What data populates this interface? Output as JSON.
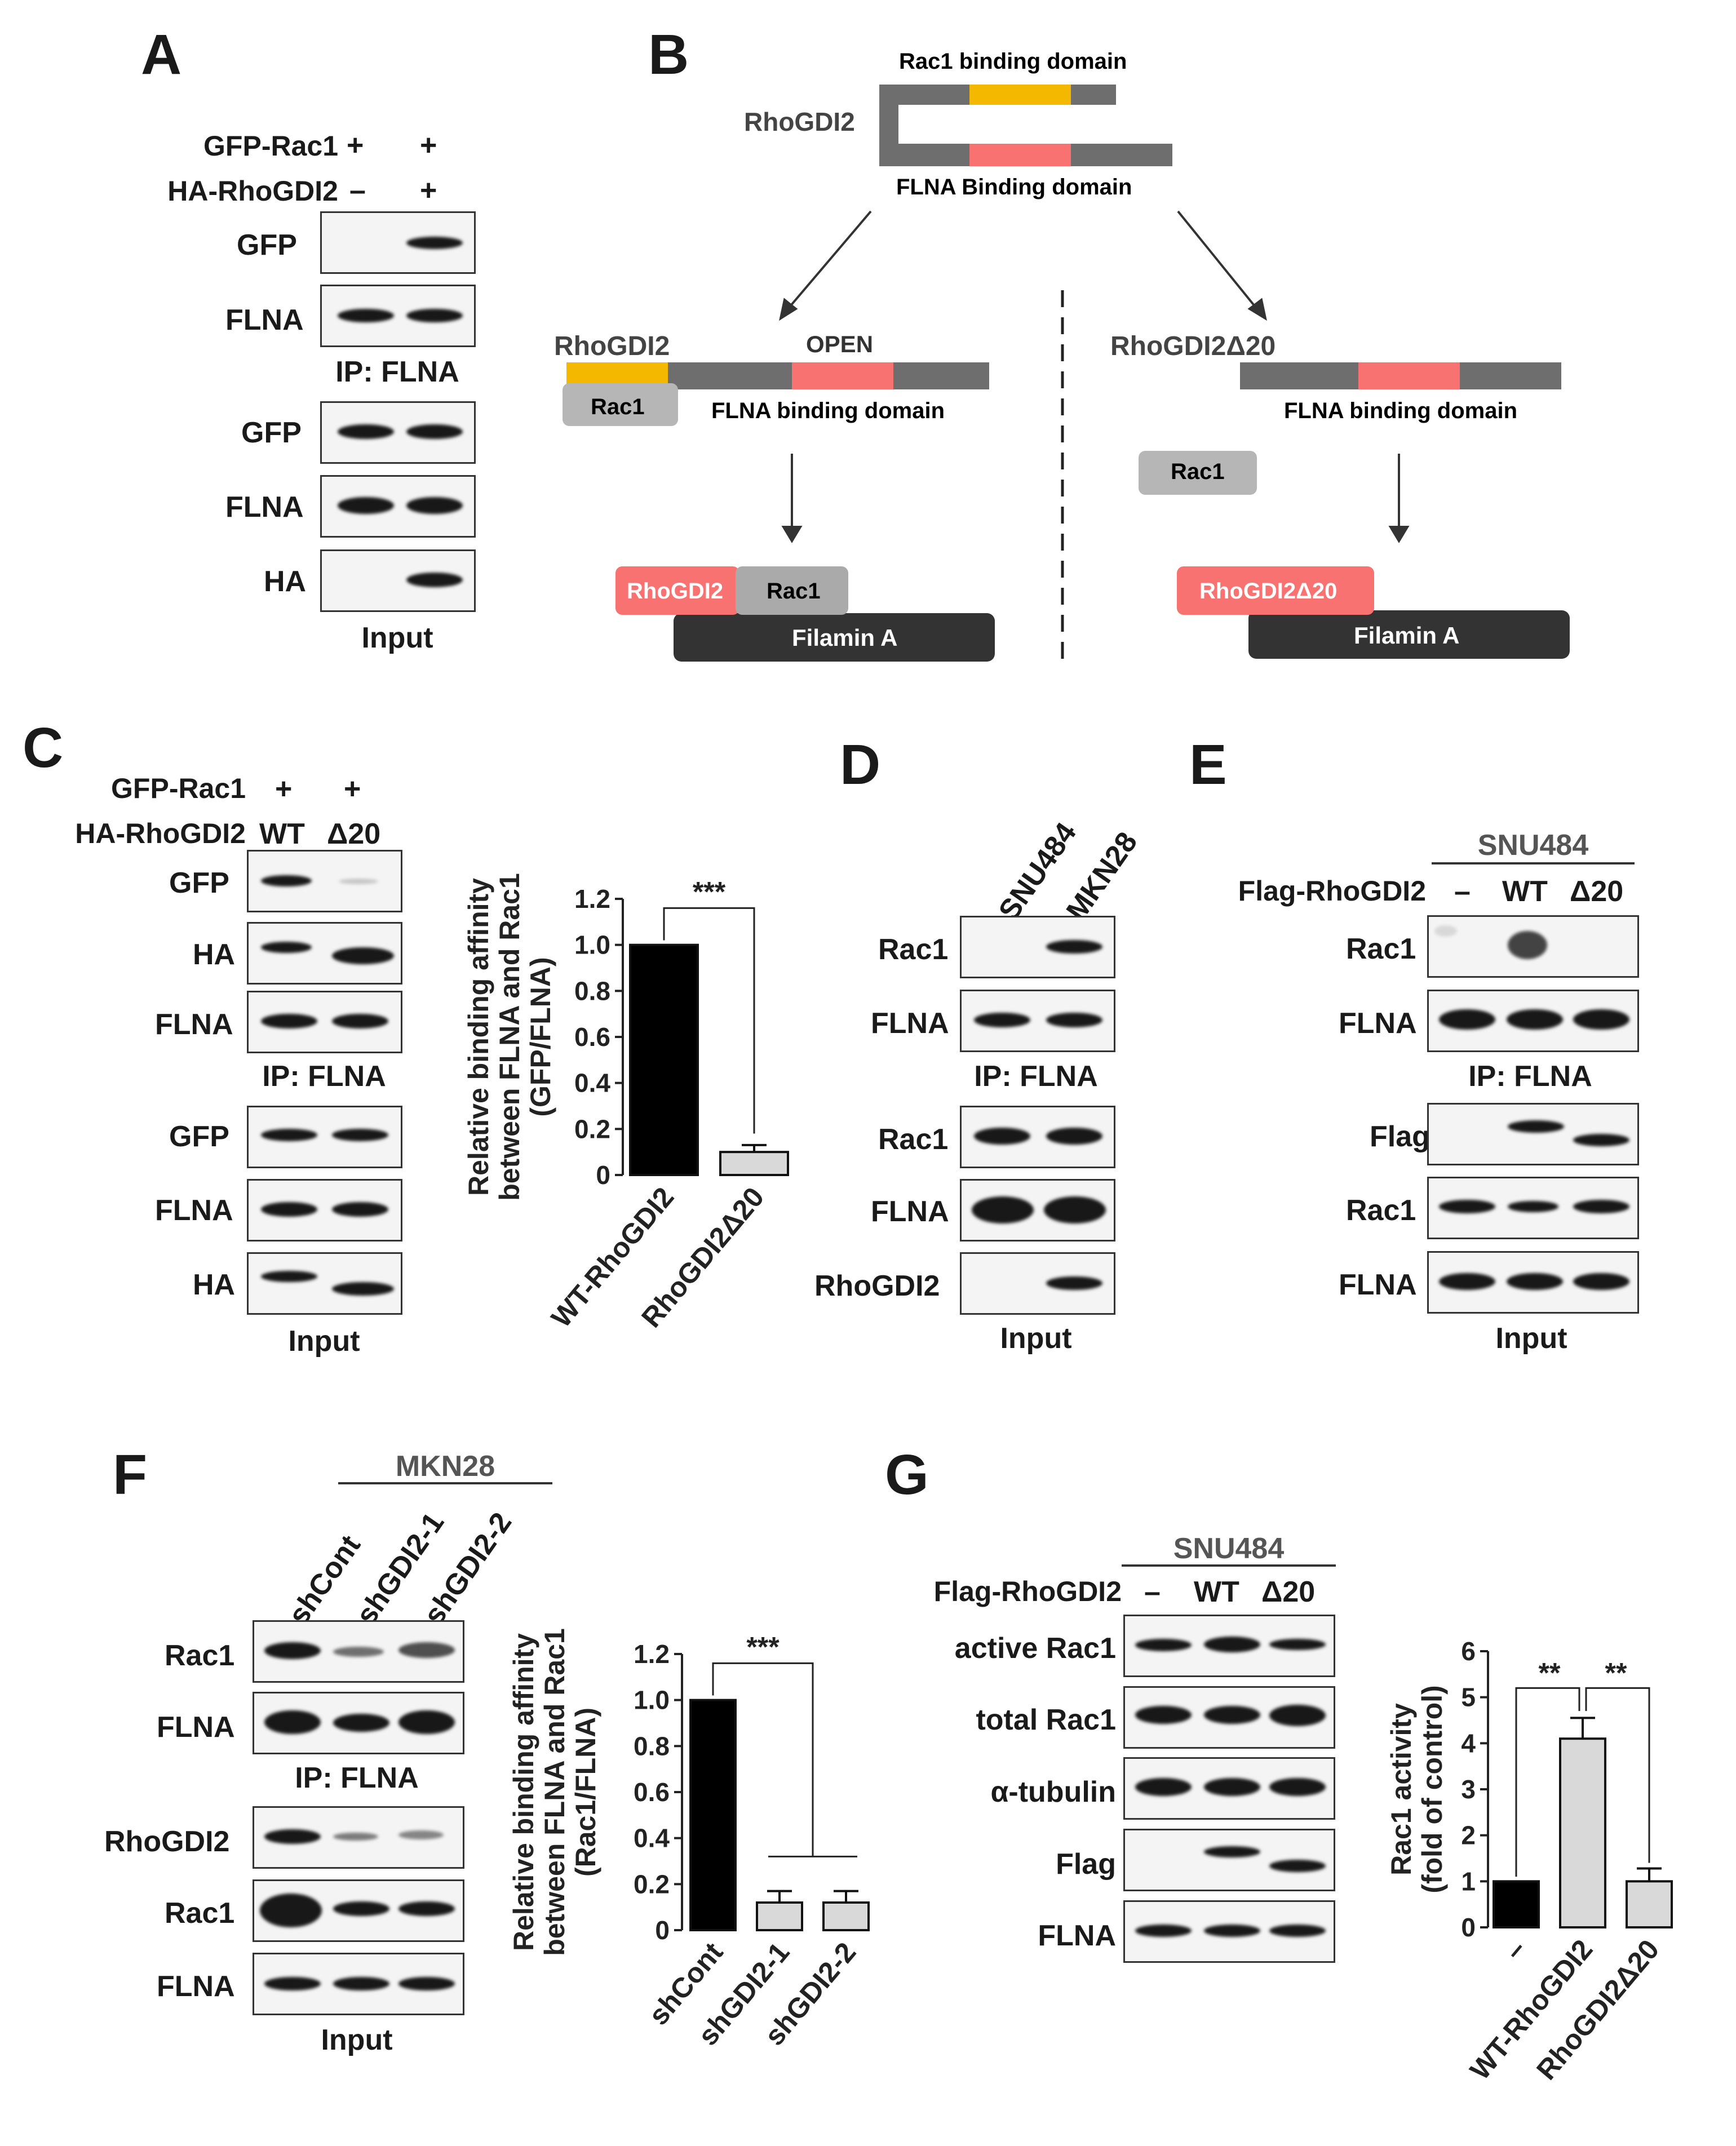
{
  "panels": {
    "A": "A",
    "B": "B",
    "C": "C",
    "D": "D",
    "E": "E",
    "F": "F",
    "G": "G"
  },
  "A": {
    "rows": [
      "GFP-Rac1",
      "HA-RhoGDI2"
    ],
    "signs": [
      [
        "+",
        "+"
      ],
      [
        "–",
        "+"
      ]
    ],
    "ip_blots": [
      "GFP",
      "FLNA"
    ],
    "ip_label": "IP: FLNA",
    "input_blots": [
      "GFP",
      "FLNA",
      "HA"
    ],
    "input_label": "Input"
  },
  "B": {
    "top_label": "RhoGDI2",
    "rac1_domain": "Rac1 binding domain",
    "flna_domain_top": "FLNA Binding domain",
    "left_title": "RhoGDI2",
    "open": "OPEN",
    "rac1": "Rac1",
    "flna_domain": "FLNA binding domain",
    "right_title": "RhoGDI2Δ20",
    "left_bottom_rhogdi2": "RhoGDI2",
    "left_bottom_rac1": "Rac1",
    "filamin": "Filamin A",
    "right_rac1": "Rac1",
    "right_bottom_rhogdi2": "RhoGDI2Δ20",
    "right_filamin": "Filamin A"
  },
  "C": {
    "rows": [
      "GFP-Rac1",
      "HA-RhoGDI2"
    ],
    "signs": [
      [
        "+",
        "+"
      ],
      [
        "WT",
        "Δ20"
      ]
    ],
    "ip_blots": [
      "GFP",
      "HA",
      "FLNA"
    ],
    "ip_label": "IP: FLNA",
    "input_blots": [
      "GFP",
      "FLNA",
      "HA"
    ],
    "input_label": "Input"
  },
  "D": {
    "lanes": [
      "SNU484",
      "MKN28"
    ],
    "ip_blots": [
      "Rac1",
      "FLNA"
    ],
    "ip_label": "IP: FLNA",
    "input_blots": [
      "Rac1",
      "FLNA",
      "RhoGDI2"
    ],
    "input_label": "Input"
  },
  "E": {
    "cell": "SNU484",
    "row": "Flag-RhoGDI2",
    "lanes": [
      "–",
      "WT",
      "Δ20"
    ],
    "ip_blots": [
      "Rac1",
      "FLNA"
    ],
    "ip_label": "IP: FLNA",
    "input_blots": [
      "Flag",
      "Rac1",
      "FLNA"
    ],
    "input_label": "Input"
  },
  "F": {
    "cell": "MKN28",
    "lanes": [
      "shCont",
      "shGDI2-1",
      "shGDI2-2"
    ],
    "ip_blots": [
      "Rac1",
      "FLNA"
    ],
    "ip_label": "IP: FLNA",
    "input_blots": [
      "RhoGDI2",
      "Rac1",
      "FLNA"
    ],
    "input_label": "Input"
  },
  "G": {
    "cell": "SNU484",
    "row": "Flag-RhoGDI2",
    "lanes": [
      "–",
      "WT",
      "Δ20"
    ],
    "blots": [
      "active Rac1",
      "total Rac1",
      "α-tubulin",
      "Flag",
      "FLNA"
    ]
  },
  "chart_data": [
    {
      "panel": "C",
      "type": "bar",
      "categories": [
        "WT-RhoGDI2",
        "RhoGDI2Δ20"
      ],
      "values": [
        1.0,
        0.1
      ],
      "errors": [
        0,
        0.03
      ],
      "colors": [
        "#000000",
        "#d9d9d9"
      ],
      "ylabel": "Relative binding affinity between FLNA and Rac1 (GFP/FLNA)",
      "ylim": [
        0,
        1.2
      ],
      "yticks": [
        "0",
        "0.2",
        "0.4",
        "0.6",
        "0.8",
        "1.0",
        "1.2"
      ],
      "yticks_v": [
        0,
        0.2,
        0.4,
        0.6,
        0.8,
        1.0,
        1.2
      ],
      "significance": "***"
    },
    {
      "panel": "F",
      "type": "bar",
      "categories": [
        "shCont",
        "shGDI2-1",
        "shGDI2-2"
      ],
      "values": [
        1.0,
        0.12,
        0.12
      ],
      "errors": [
        0,
        0.05,
        0.05
      ],
      "colors": [
        "#000000",
        "#d9d9d9",
        "#d9d9d9"
      ],
      "ylabel": "Relative binding affinity between FLNA and Rac1 (Rac1/FLNA)",
      "ylim": [
        0,
        1.2
      ],
      "yticks": [
        "0",
        "0.2",
        "0.4",
        "0.6",
        "0.8",
        "1.0",
        "1.2"
      ],
      "yticks_v": [
        0,
        0.2,
        0.4,
        0.6,
        0.8,
        1.0,
        1.2
      ],
      "significance": "***"
    },
    {
      "panel": "G",
      "type": "bar",
      "categories": [
        "–",
        "WT-RhoGDI2",
        "RhoGDI2Δ20"
      ],
      "values": [
        1.0,
        4.1,
        1.0
      ],
      "errors": [
        0,
        0.45,
        0.28
      ],
      "colors": [
        "#000000",
        "#d9d9d9",
        "#d9d9d9"
      ],
      "ylabel": "Rac1 activity (fold of control)",
      "ylim": [
        0,
        6
      ],
      "yticks": [
        "0",
        "1",
        "2",
        "3",
        "4",
        "5",
        "6"
      ],
      "yticks_v": [
        0,
        1,
        2,
        3,
        4,
        5,
        6
      ],
      "significance": [
        "**",
        "**"
      ]
    }
  ]
}
